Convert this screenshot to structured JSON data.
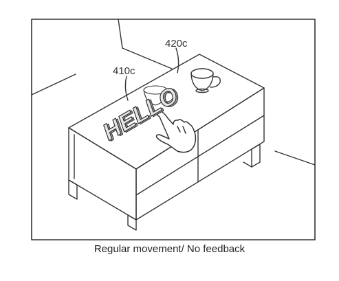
{
  "labels": {
    "cup_ref": "420c",
    "text_ref": "410c"
  },
  "hologram_text": "HELLO",
  "caption": "Regular movement/ No feedback",
  "colors": {
    "line": "#333333",
    "background": "#ffffff",
    "hologram_fill": "#e6e6e6"
  }
}
